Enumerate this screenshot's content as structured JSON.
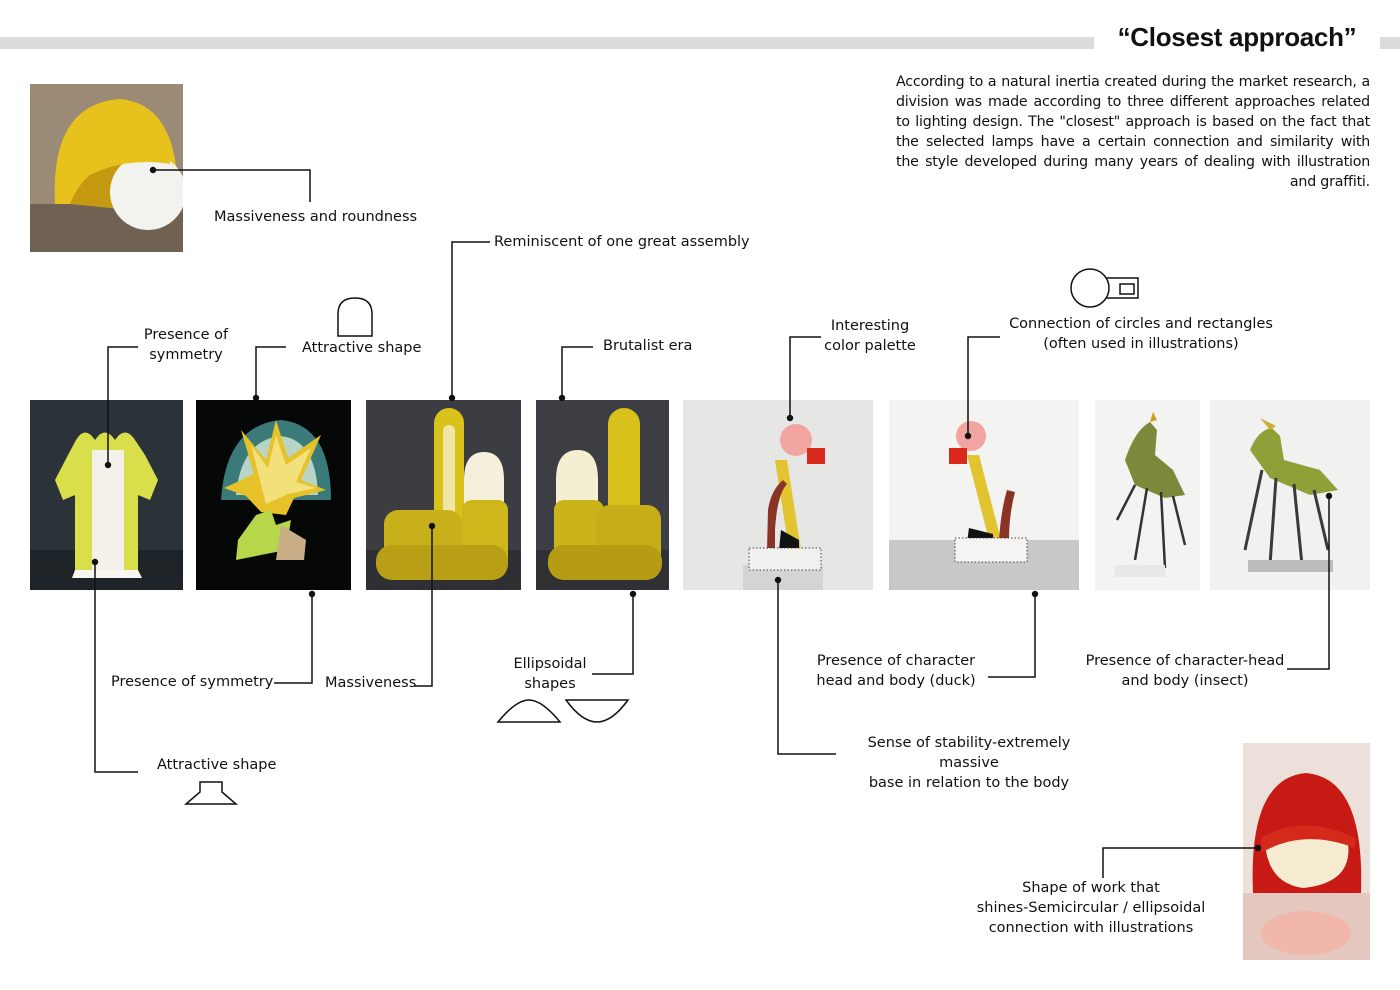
{
  "page": {
    "title": "“Closest approach”",
    "intro": "According to a natural inertia created during the market research, a division was made according to three different approaches related to lighting design. The \"closest\" approach is based on the fact that the selected lamps have a certain connection and similarity with the style developed during many years of dealing with illustration and graffiti."
  },
  "labels": {
    "massiveness_roundness": "Massiveness and roundness",
    "reminiscent": "Reminiscent of one great assembly",
    "presence_symmetry_top": "Presence of\nsymmetry",
    "attractive_shape_top": "Attractive shape",
    "brutalist": "Brutalist era",
    "color_palette": "Interesting\ncolor palette",
    "circles_rectangles": "Connection of circles and rectangles\n(often used in illustrations)",
    "presence_symmetry_bottom": "Presence of symmetry",
    "massiveness": "Massiveness",
    "ellipsoidal": "Ellipsoidal\nshapes",
    "duck": "Presence of character\nhead and body (duck)",
    "insect": "Presence of character-head\nand body (insect)",
    "stability": "Sense of stability-extremely massive\nbase in relation to the body",
    "attractive_shape_bottom": "Attractive shape",
    "shines": "Shape of work that\nshines-Semicircular / ellipsoidal\nconnection with illustrations"
  },
  "photos": {
    "yellow_helmet_lamp": "yellow helmet lamp photo",
    "white_wavy_lamp": "white symmetric lamp photo",
    "star_lamp": "star shaped lamp photo",
    "yellow_tube_lamp": "yellow tubular lamp photo",
    "yellow_tube_lamp_2": "yellow brutalist lamp photo",
    "duck_lamp": "duck lamp photo",
    "duck_lamp_2": "duck lamp photo alternate",
    "insect_lamp": "insect lamp photo",
    "insect_lamp_2": "insect lamp photo alternate",
    "red_helmet_lamp": "red helmet lamp photo"
  },
  "colors": {
    "yellow": "#e6c21a",
    "red": "#d8281c",
    "bar": "#dcdcdc"
  }
}
